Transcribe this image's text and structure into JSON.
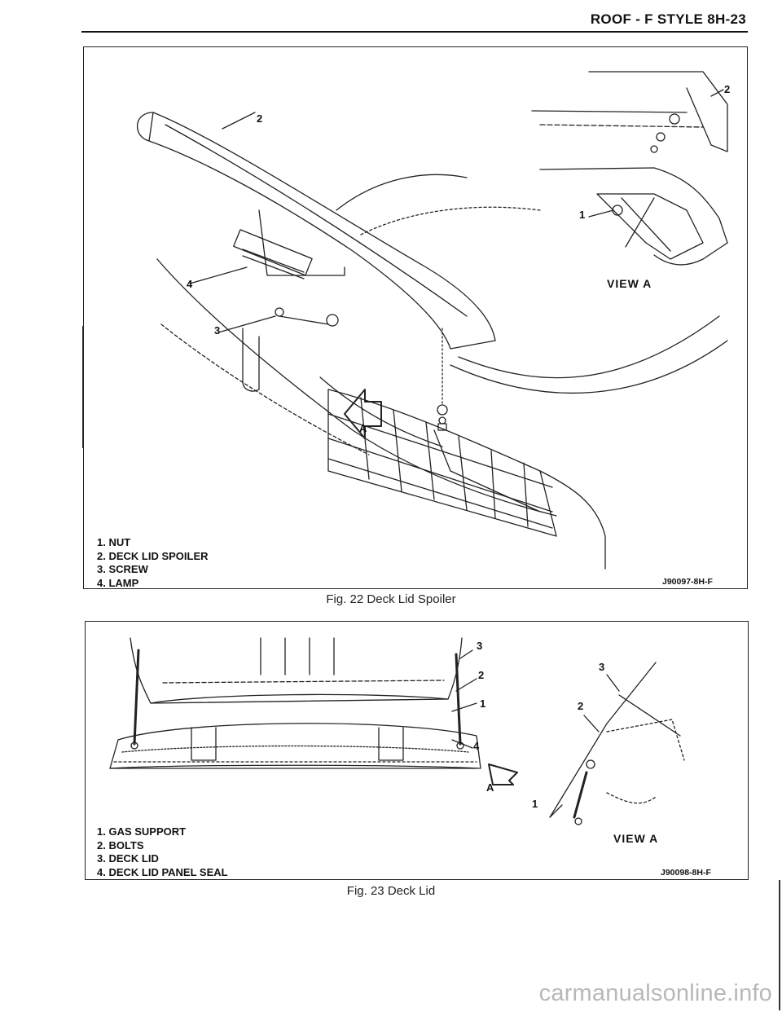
{
  "header": {
    "title": "ROOF - F STYLE 8H-23"
  },
  "figure22": {
    "caption": "Fig. 22 Deck Lid Spoiler",
    "code": "J90097-8H-F",
    "view_label": "VIEW A",
    "legend": [
      "1. NUT",
      "2. DECK LID SPOILER",
      "3. SCREW",
      "4. LAMP"
    ],
    "callouts": {
      "c2_main": "2",
      "c4": "4",
      "c3": "3",
      "c1_view": "1",
      "c2_view": "2",
      "arrow_letter": "A"
    }
  },
  "figure23": {
    "caption": "Fig. 23 Deck Lid",
    "code": "J90098-8H-F",
    "view_label": "VIEW A",
    "legend": [
      "1. GAS SUPPORT",
      "2. BOLTS",
      "3. DECK LID",
      "4. DECK LID PANEL SEAL"
    ],
    "callouts": {
      "c3_main": "3",
      "c2_main": "2",
      "c1_main": "1",
      "c4_main": "4",
      "arrow_letter": "A",
      "c3_view": "3",
      "c2_view": "2",
      "c1_view": "1"
    }
  },
  "watermark": "carmanualsonline.info"
}
